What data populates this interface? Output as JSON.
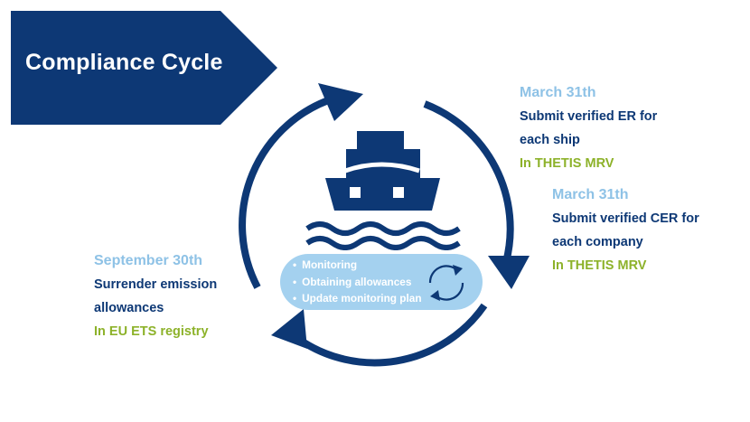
{
  "title": "Compliance Cycle",
  "steps": [
    {
      "date": "March 31th",
      "lines": [
        "Submit verified ER for",
        "each ship"
      ],
      "where": "In THETIS MRV"
    },
    {
      "date": "March 31th",
      "lines": [
        "Submit verified CER for",
        "each company"
      ],
      "where": "In THETIS MRV"
    },
    {
      "date": "September 30th",
      "lines": [
        "Surrender emission",
        "allowances"
      ],
      "where": "In EU ETS registry"
    }
  ],
  "ongoing_tasks": [
    "Monitoring",
    "Obtaining allowances",
    "Update monitoring plan"
  ],
  "icons": {
    "ship": "ship-icon",
    "waves": "waves-icon",
    "cycle": "cycle-arrows-icon",
    "refresh": "refresh-arrows-icon"
  },
  "colors": {
    "navy": "#0d3875",
    "light_blue": "#8ec2e6",
    "pill_blue": "#a4d1ef",
    "green": "#8db22a"
  }
}
